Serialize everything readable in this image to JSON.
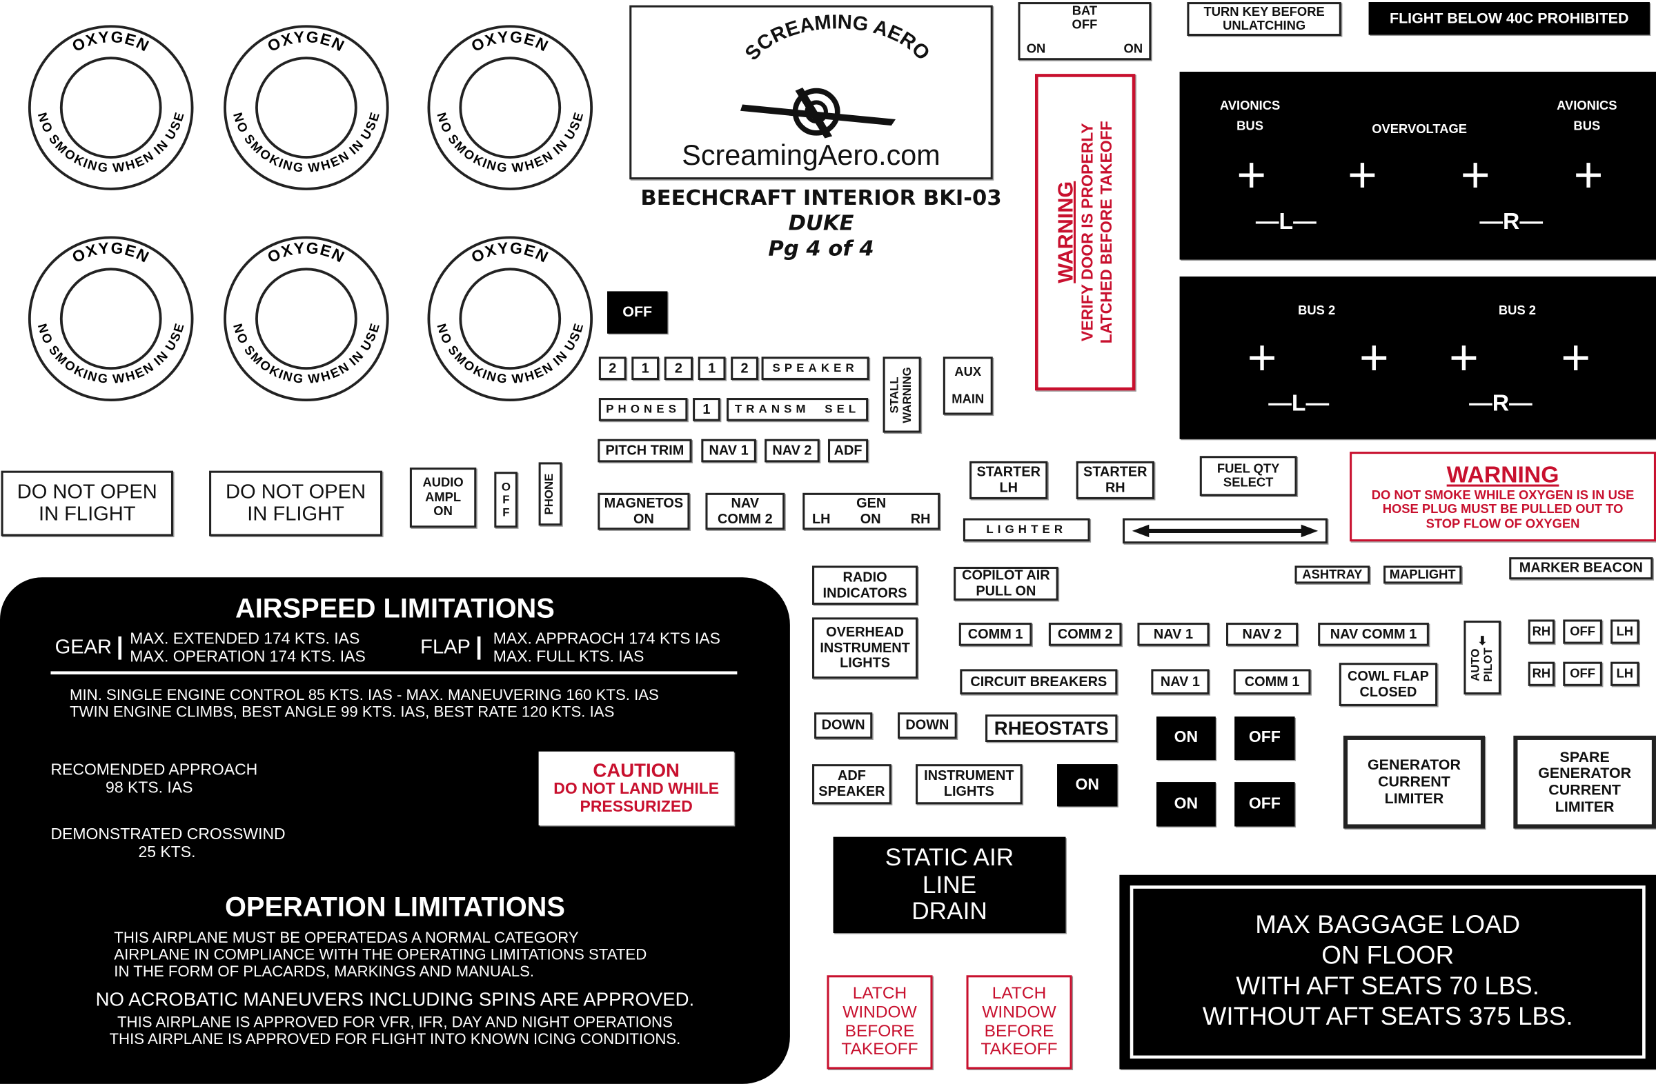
{
  "oxygen": {
    "top": "OXYGEN",
    "bottom": "NO SMOKING WHEN IN USE",
    "count": 6
  },
  "logo": {
    "arc_text": "SCREAMING AERO",
    "url": "ScreamingAero.com"
  },
  "title": {
    "line1": "BEECHCRAFT INTERIOR BKI-03",
    "line2": "DUKE",
    "line3": "Pg 4 of 4"
  },
  "bat": {
    "top": "BAT",
    "mid": "OFF",
    "left": "ON",
    "right": "ON"
  },
  "turn_key": [
    "TURN KEY BEFORE",
    "UNLATCHING"
  ],
  "flight_below": "FLIGHT BELOW 40C PROHIBITED",
  "avionics_panel": {
    "left_label": [
      "AVIONICS",
      "BUS"
    ],
    "mid_label": "OVERVOLTAGE",
    "right_label": [
      "AVIONICS",
      "BUS"
    ],
    "left_side": "—L—",
    "right_side": "—R—"
  },
  "bus2_panel": {
    "left_label": "BUS 2",
    "right_label": "BUS 2",
    "left_side": "—L—",
    "right_side": "—R—"
  },
  "door_warning": {
    "title": "WARNING",
    "line1": "VERIFY DOOR IS PROPERLY",
    "line2": "LATCHED BEFORE TAKEOFF"
  },
  "off_black": "OFF",
  "row1": [
    "2",
    "1",
    "2",
    "1",
    "2",
    "SPEAKER"
  ],
  "row2": [
    "PHONES",
    "1",
    "TRANSM  SEL"
  ],
  "stall_warning": [
    "STALL",
    "WARNING"
  ],
  "aux_main": [
    "AUX",
    "MAIN"
  ],
  "row3": [
    "PITCH TRIM",
    "NAV 1",
    "NAV 2",
    "ADF"
  ],
  "magnetos": [
    "MAGNETOS",
    "ON"
  ],
  "nav_comm2": [
    "NAV",
    "COMM 2"
  ],
  "gen": {
    "title": "GEN",
    "left": "LH",
    "mid": "ON",
    "right": "RH"
  },
  "starter_lh": [
    "STARTER",
    "LH"
  ],
  "starter_rh": [
    "STARTER",
    "RH"
  ],
  "fuel_qty": [
    "FUEL QTY",
    "SELECT"
  ],
  "lighter": "LIGHTER",
  "oxygen_warning": {
    "title": "WARNING",
    "lines": [
      "DO NOT SMOKE WHILE OXYGEN IS IN USE",
      "HOSE PLUG MUST BE PULLED OUT TO",
      "STOP FLOW OF OXYGEN"
    ]
  },
  "do_not_open": [
    "DO NOT OPEN",
    "IN FLIGHT"
  ],
  "audio_ampl": [
    "AUDIO",
    "AMPL",
    "ON"
  ],
  "audio_off": "OFF",
  "phone": "PHONE",
  "airspeed": {
    "title": "AIRSPEED LIMITATIONS",
    "gear_label": "GEAR",
    "gear_lines": [
      "MAX.  EXTENDED 174 KTS. IAS",
      "MAX. OPERATION 174 KTS. IAS"
    ],
    "flap_label": "FLAP",
    "flap_lines": [
      "MAX. APPRAOCH 174 KTS IAS",
      "MAX. FULL KTS. IAS"
    ],
    "min_lines": [
      "MIN. SINGLE ENGINE CONTROL 85 KTS. IAS - MAX. MANEUVERING 160 KTS. IAS",
      "TWIN ENGINE CLIMBS, BEST ANGLE 99 KTS. IAS, BEST RATE 120 KTS. IAS"
    ],
    "approach": [
      "RECOMENDED APPROACH",
      "98 KTS. IAS"
    ],
    "crosswind": [
      "DEMONSTRATED CROSSWIND",
      "25 KTS."
    ],
    "caution": [
      "CAUTION",
      "DO NOT LAND WHILE",
      "PRESSURIZED"
    ],
    "op_title": "OPERATION LIMITATIONS",
    "op_lines": [
      "THIS AIRPLANE MUST BE OPERATEDAS A NORMAL CATEGORY",
      "AIRPLANE IN COMPLIANCE WITH THE OPERATING LIMITATIONS STATED",
      "IN THE FORM OF PLACARDS, MARKINGS AND MANUALS."
    ],
    "acro": "NO ACROBATIC MANEUVERS INCLUDING SPINS ARE APPROVED.",
    "final_lines": [
      "THIS AIRPLANE IS APPROVED FOR VFR, IFR, DAY AND NIGHT OPERATIONS",
      "THIS AIRPLANE IS APPROVED FOR FLIGHT INTO KNOWN ICING CONDITIONS."
    ]
  },
  "radio_indicators": [
    "RADIO",
    "INDICATORS"
  ],
  "copilot_air": [
    "COPILOT AIR",
    "PULL ON"
  ],
  "ashtray": "ASHTRAY",
  "maplight": "MAPLIGHT",
  "marker_beacon": "MARKER BEACON",
  "overhead": [
    "OVERHEAD",
    "INSTRUMENT",
    "LIGHTS"
  ],
  "radio_row": [
    "COMM 1",
    "COMM 2",
    "NAV 1",
    "NAV 2",
    "NAV COMM 1"
  ],
  "auto_pilot": [
    "AUTO",
    "PILOT"
  ],
  "rh_off_lh": [
    "RH",
    "OFF",
    "LH"
  ],
  "circuit_breakers": "CIRCUIT BREAKERS",
  "cb_row": [
    "NAV 1",
    "COMM 1"
  ],
  "cowl_flap": [
    "COWL FLAP",
    "CLOSED"
  ],
  "down": "DOWN",
  "rheostats": "RHEOSTATS",
  "on": "ON",
  "off": "OFF",
  "adf_speaker": [
    "ADF",
    "SPEAKER"
  ],
  "instrument_lights": [
    "INSTRUMENT",
    "LIGHTS"
  ],
  "gen_limiter": [
    "GENERATOR",
    "CURRENT",
    "LIMITER"
  ],
  "spare_limiter": [
    "SPARE",
    "GENERATOR",
    "CURRENT",
    "LIMITER"
  ],
  "static_air": [
    "STATIC AIR",
    "LINE",
    "DRAIN"
  ],
  "latch_window": [
    "LATCH",
    "WINDOW",
    "BEFORE",
    "TAKEOFF"
  ],
  "baggage": [
    "MAX BAGGAGE LOAD",
    "ON FLOOR",
    "WITH AFT SEATS 70 LBS.",
    "WITHOUT AFT SEATS 375 LBS."
  ],
  "colors": {
    "red": "#c8102e",
    "black": "#000000"
  }
}
